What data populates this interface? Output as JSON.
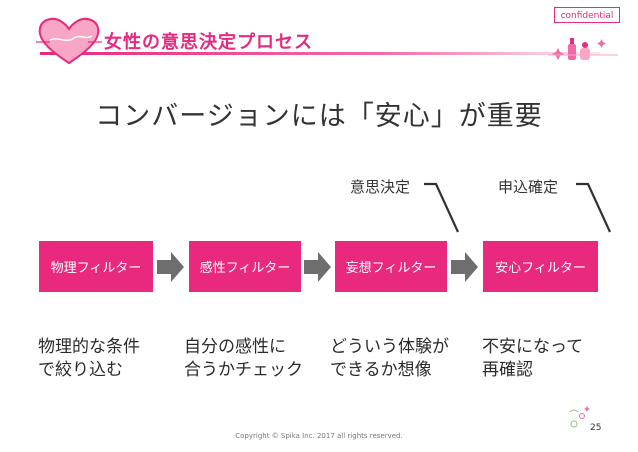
{
  "confidential_label": "confidential",
  "header": {
    "title": "女性の意思決定プロセス",
    "logo_icon": "heart-logo-icon",
    "decoration_icon": "cosmetics-decoration-icon"
  },
  "main_heading": "コンバージョンには「安心」が重要",
  "stage_labels": [
    {
      "text": "意思決定"
    },
    {
      "text": "申込確定"
    }
  ],
  "filters": [
    {
      "label": "物理フィルター",
      "desc_lines": [
        "物理的な条件",
        "で絞り込む"
      ]
    },
    {
      "label": "感性フィルター",
      "desc_lines": [
        "自分の感性に",
        "合うかチェック"
      ]
    },
    {
      "label": "妄想フィルター",
      "desc_lines": [
        "どういう体験が",
        "できるか想像"
      ]
    },
    {
      "label": "安心フィルター",
      "desc_lines": [
        "不安になって",
        "再確認"
      ]
    }
  ],
  "colors": {
    "accent": "#e8297d",
    "arrow": "#6e6e6e",
    "text": "#2b2b2b"
  },
  "footer": {
    "copyright": "Copyright © Spika Inc. 2017 all rights reserved.",
    "page_number": "25"
  }
}
